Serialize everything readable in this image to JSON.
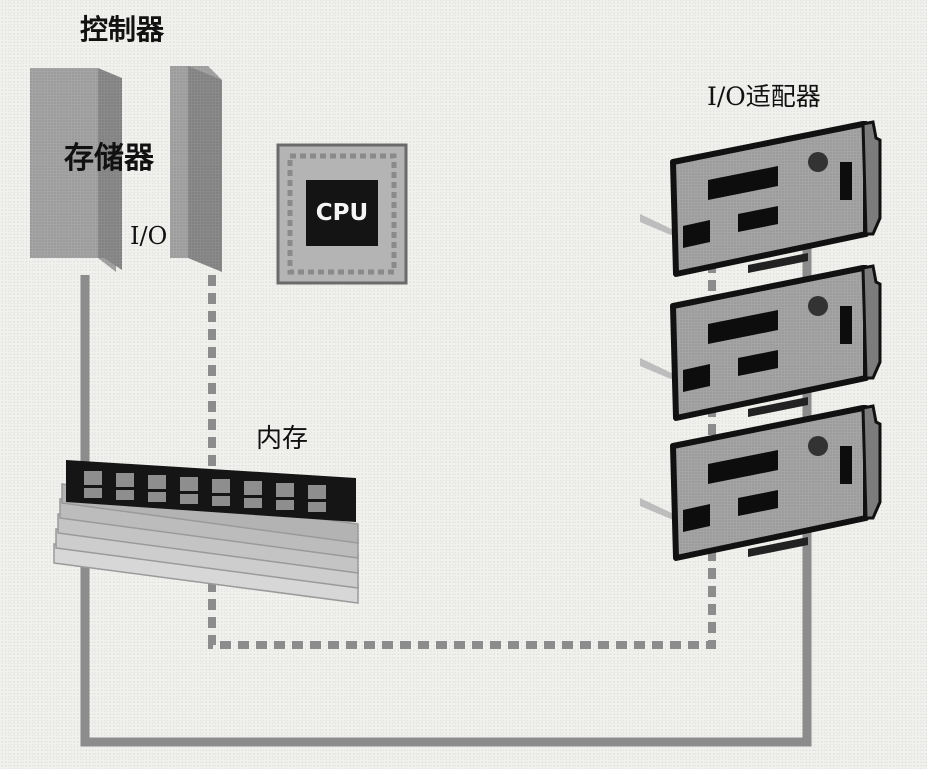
{
  "labels": {
    "controller": "控制器",
    "storage": "存储器",
    "io": "I/O",
    "cpu": "CPU",
    "memory": "内存",
    "io_adapter": "I/O适配器"
  },
  "colors": {
    "background": "#f1f1ee",
    "line_gray": "#8c8c8c",
    "card_gray": "#a9a9a9",
    "dark": "#111111"
  },
  "components": {
    "adapter_card_count": 3,
    "memory_module_count": 5
  }
}
